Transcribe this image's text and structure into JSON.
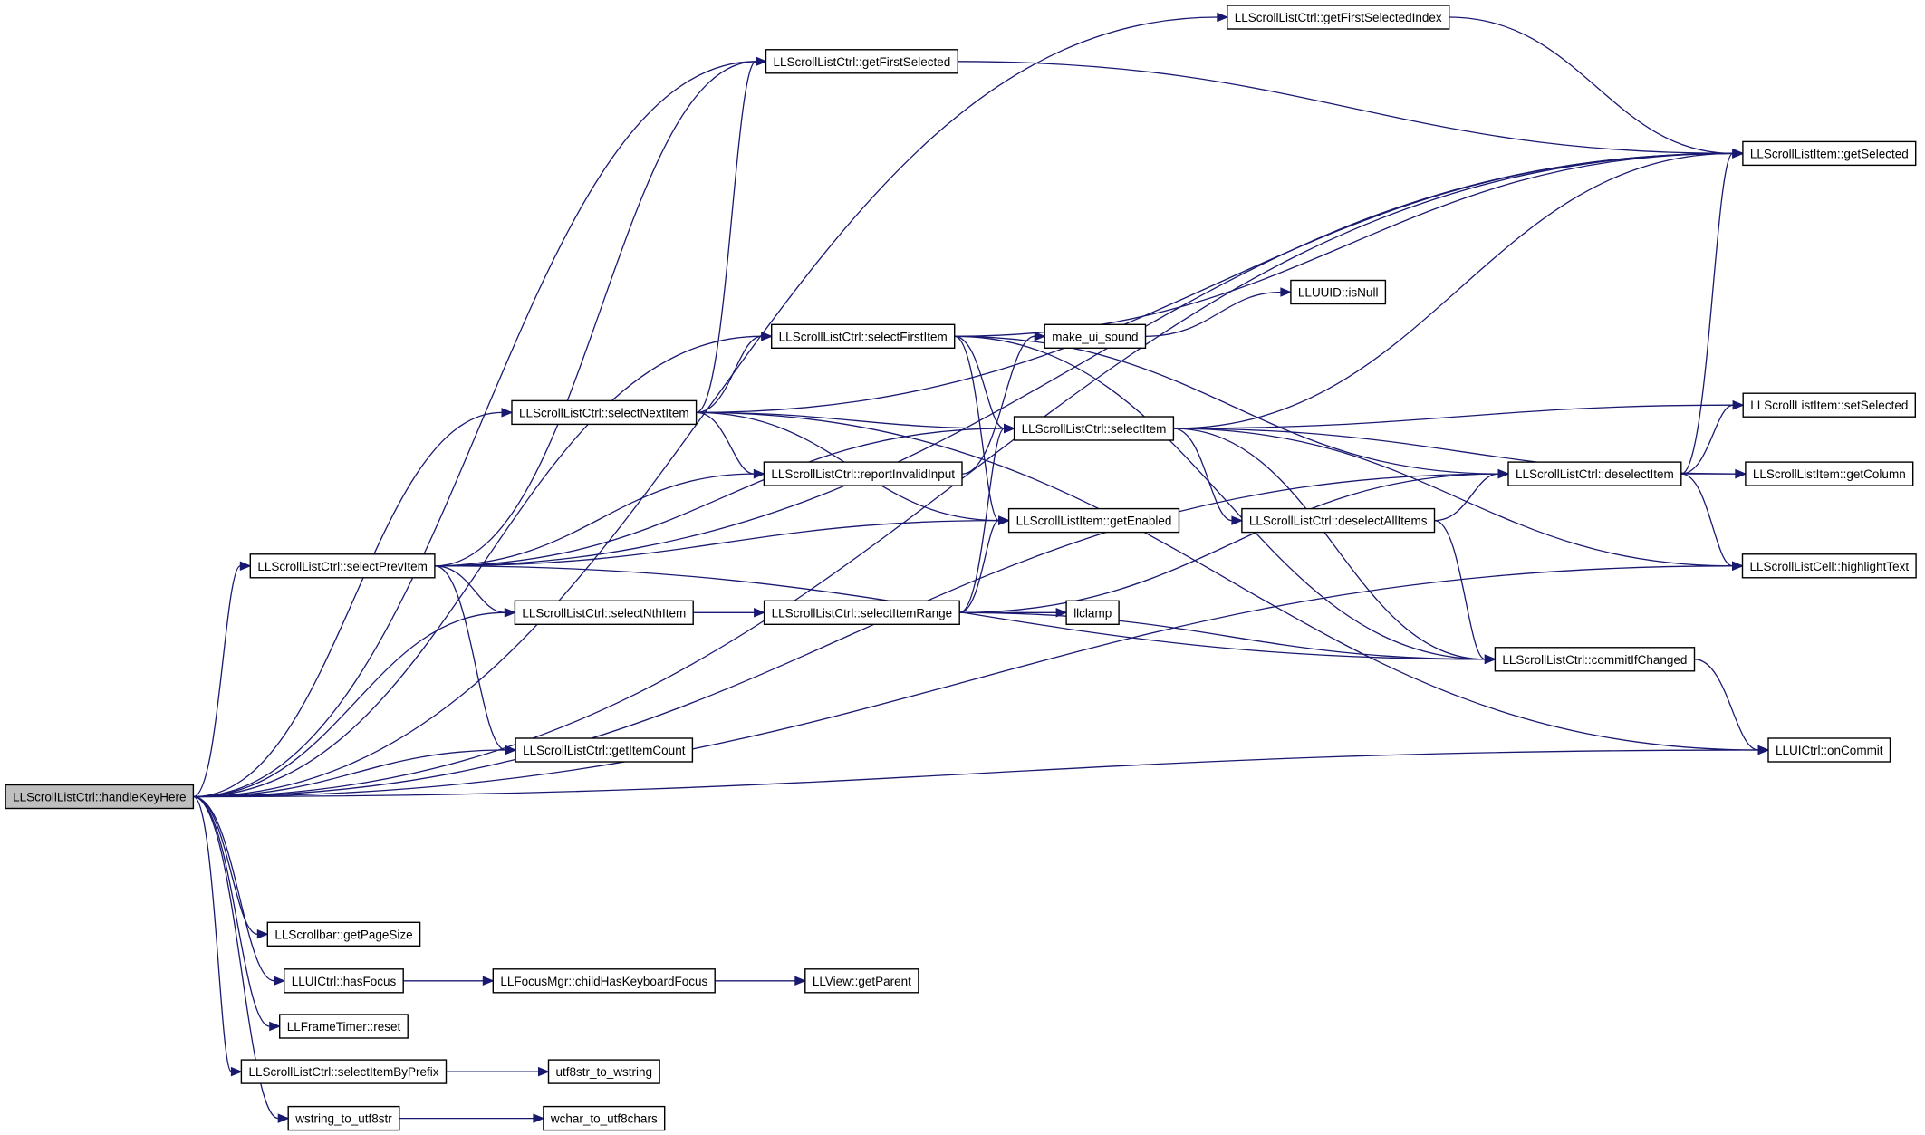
{
  "diagram": {
    "root": "LLScrollListCtrl::handleKeyHere",
    "nodes": {
      "root": "LLScrollListCtrl::handleKeyHere",
      "getFirstSelectedIndex": "LLScrollListCtrl::getFirstSelectedIndex",
      "getFirstSelected": "LLScrollListCtrl::getFirstSelected",
      "itemGetSelected": "LLScrollListItem::getSelected",
      "isNull": "LLUUID::isNull",
      "selectFirstItem": "LLScrollListCtrl::selectFirstItem",
      "makeUiSound": "make_ui_sound",
      "selectNextItem": "LLScrollListCtrl::selectNextItem",
      "selectItem": "LLScrollListCtrl::selectItem",
      "itemSetSelected": "LLScrollListItem::setSelected",
      "reportInvalidInput": "LLScrollListCtrl::reportInvalidInput",
      "deselectItem": "LLScrollListCtrl::deselectItem",
      "getColumn": "LLScrollListItem::getColumn",
      "getEnabled": "LLScrollListItem::getEnabled",
      "deselectAllItems": "LLScrollListCtrl::deselectAllItems",
      "selectPrevItem": "LLScrollListCtrl::selectPrevItem",
      "highlightText": "LLScrollListCell::highlightText",
      "selectNthItem": "LLScrollListCtrl::selectNthItem",
      "selectItemRange": "LLScrollListCtrl::selectItemRange",
      "llclamp": "llclamp",
      "commitIfChanged": "LLScrollListCtrl::commitIfChanged",
      "getItemCount": "LLScrollListCtrl::getItemCount",
      "onCommit": "LLUICtrl::onCommit",
      "getPageSize": "LLScrollbar::getPageSize",
      "hasFocus": "LLUICtrl::hasFocus",
      "childHasKeyboardFocus": "LLFocusMgr::childHasKeyboardFocus",
      "getParent": "LLView::getParent",
      "frameTimerReset": "LLFrameTimer::reset",
      "selectItemByPrefix": "LLScrollListCtrl::selectItemByPrefix",
      "utf8strToWstring": "utf8str_to_wstring",
      "wstringToUtf8str": "wstring_to_utf8str",
      "wcharToUtf8chars": "wchar_to_utf8chars"
    },
    "edges": [
      [
        "root",
        "getFirstSelectedIndex"
      ],
      [
        "root",
        "getFirstSelected"
      ],
      [
        "root",
        "itemGetSelected"
      ],
      [
        "root",
        "selectFirstItem"
      ],
      [
        "root",
        "selectNextItem"
      ],
      [
        "root",
        "selectPrevItem"
      ],
      [
        "root",
        "selectNthItem"
      ],
      [
        "root",
        "getItemCount"
      ],
      [
        "root",
        "deselectItem"
      ],
      [
        "root",
        "highlightText"
      ],
      [
        "root",
        "onCommit"
      ],
      [
        "root",
        "getPageSize"
      ],
      [
        "root",
        "hasFocus"
      ],
      [
        "root",
        "frameTimerReset"
      ],
      [
        "root",
        "selectItemByPrefix"
      ],
      [
        "root",
        "wstringToUtf8str"
      ],
      [
        "getFirstSelectedIndex",
        "itemGetSelected"
      ],
      [
        "getFirstSelected",
        "itemGetSelected"
      ],
      [
        "selectFirstItem",
        "itemGetSelected"
      ],
      [
        "selectFirstItem",
        "deselectItem"
      ],
      [
        "selectFirstItem",
        "selectItem"
      ],
      [
        "selectFirstItem",
        "getEnabled"
      ],
      [
        "selectFirstItem",
        "commitIfChanged"
      ],
      [
        "selectNextItem",
        "getFirstSelected"
      ],
      [
        "selectNextItem",
        "itemGetSelected"
      ],
      [
        "selectNextItem",
        "selectFirstItem"
      ],
      [
        "selectNextItem",
        "selectItem"
      ],
      [
        "selectNextItem",
        "reportInvalidInput"
      ],
      [
        "selectNextItem",
        "getEnabled"
      ],
      [
        "selectNextItem",
        "onCommit"
      ],
      [
        "selectPrevItem",
        "getFirstSelected"
      ],
      [
        "selectPrevItem",
        "itemGetSelected"
      ],
      [
        "selectPrevItem",
        "selectItem"
      ],
      [
        "selectPrevItem",
        "reportInvalidInput"
      ],
      [
        "selectPrevItem",
        "getEnabled"
      ],
      [
        "selectPrevItem",
        "selectNthItem"
      ],
      [
        "selectPrevItem",
        "getItemCount"
      ],
      [
        "selectPrevItem",
        "commitIfChanged"
      ],
      [
        "selectNthItem",
        "selectItemRange"
      ],
      [
        "selectItemRange",
        "selectItem"
      ],
      [
        "selectItemRange",
        "getEnabled"
      ],
      [
        "selectItemRange",
        "deselectItem"
      ],
      [
        "selectItemRange",
        "llclamp"
      ],
      [
        "selectItemRange",
        "commitIfChanged"
      ],
      [
        "selectItem",
        "itemGetSelected"
      ],
      [
        "selectItem",
        "itemSetSelected"
      ],
      [
        "selectItem",
        "getColumn"
      ],
      [
        "selectItem",
        "deselectAllItems"
      ],
      [
        "selectItem",
        "highlightText"
      ],
      [
        "selectItem",
        "commitIfChanged"
      ],
      [
        "reportInvalidInput",
        "makeUiSound"
      ],
      [
        "makeUiSound",
        "isNull"
      ],
      [
        "deselectAllItems",
        "deselectItem"
      ],
      [
        "deselectAllItems",
        "commitIfChanged"
      ],
      [
        "deselectItem",
        "itemGetSelected"
      ],
      [
        "deselectItem",
        "itemSetSelected"
      ],
      [
        "deselectItem",
        "getColumn"
      ],
      [
        "deselectItem",
        "highlightText"
      ],
      [
        "commitIfChanged",
        "onCommit"
      ],
      [
        "hasFocus",
        "childHasKeyboardFocus"
      ],
      [
        "childHasKeyboardFocus",
        "getParent"
      ],
      [
        "selectItemByPrefix",
        "utf8strToWstring"
      ],
      [
        "wstringToUtf8str",
        "wcharToUtf8chars"
      ]
    ]
  },
  "colors": {
    "edge": "#191970",
    "node_border": "#000000",
    "root_fill": "#bfbfbf",
    "node_fill": "#ffffff"
  }
}
